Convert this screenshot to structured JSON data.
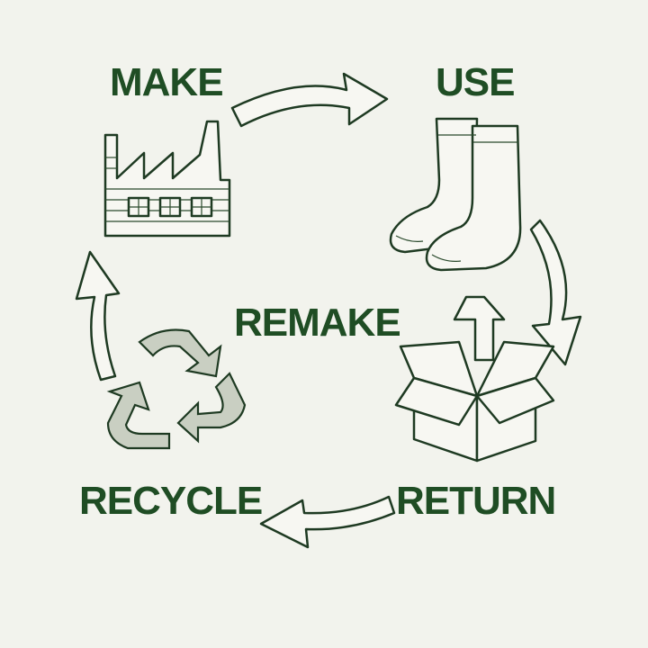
{
  "stages": {
    "make": "MAKE",
    "use": "USE",
    "return": "RETURN",
    "recycle": "RECYCLE",
    "remake": "REMAKE"
  },
  "colors": {
    "text": "#1f4d24",
    "ink": "#1e3a22",
    "background": "#f2f3ed"
  },
  "icons": [
    "factory-icon",
    "socks-icon",
    "box-icon",
    "recycle-icon"
  ]
}
